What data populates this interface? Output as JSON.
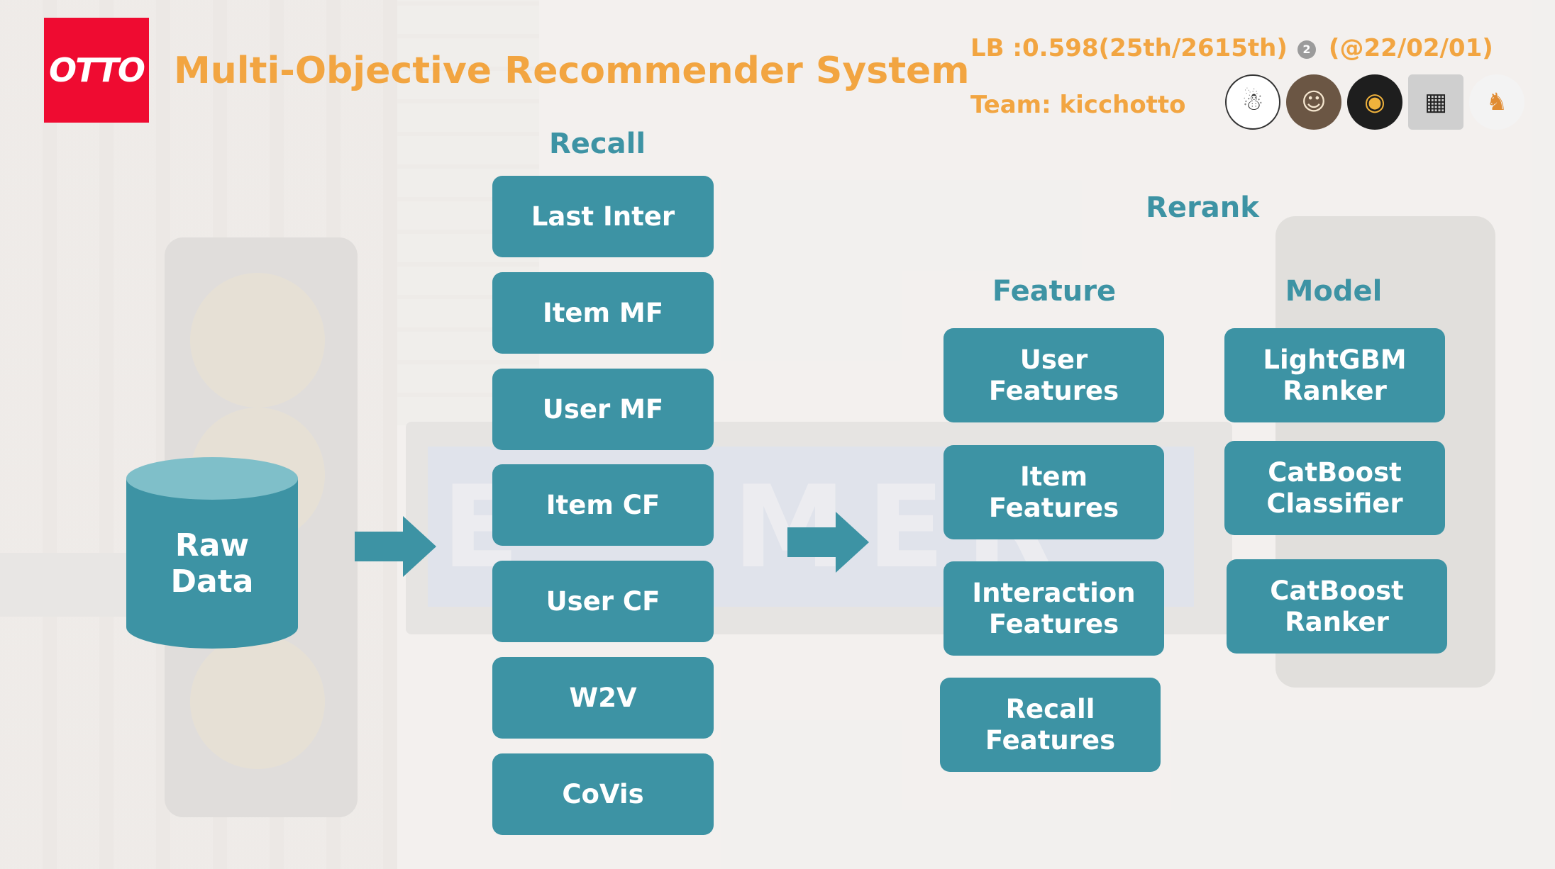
{
  "header": {
    "logo_text": "OTTO",
    "title": "Multi-Objective Recommender System",
    "leaderboard": "LB :0.598(25th/2615th)",
    "date": "(@22/02/01)",
    "team": "Team: kicchotto"
  },
  "colors": {
    "accent_orange": "#f2a541",
    "teal": "#3d93a4",
    "teal_light": "#7fbfc9",
    "logo_red": "#ef0b31"
  },
  "avatars": [
    "snowman-avatar-icon",
    "people-photo-avatar-icon",
    "masked-face-avatar-icon",
    "comic-collage-avatar-icon",
    "corgi-dog-avatar-icon"
  ],
  "source": {
    "label": "Raw\nData"
  },
  "recall": {
    "title": "Recall",
    "items": [
      "Last Inter",
      "Item MF",
      "User MF",
      "Item CF",
      "User CF",
      "W2V",
      "CoVis"
    ]
  },
  "rerank": {
    "title": "Rerank",
    "feature": {
      "title": "Feature",
      "items": [
        "User\nFeatures",
        "Item\nFeatures",
        "Interaction\nFeatures",
        "Recall\nFeatures"
      ]
    },
    "model": {
      "title": "Model",
      "items": [
        "LightGBM\nRanker",
        "CatBoost\nClassifier",
        "CatBoost\nRanker"
      ]
    }
  }
}
